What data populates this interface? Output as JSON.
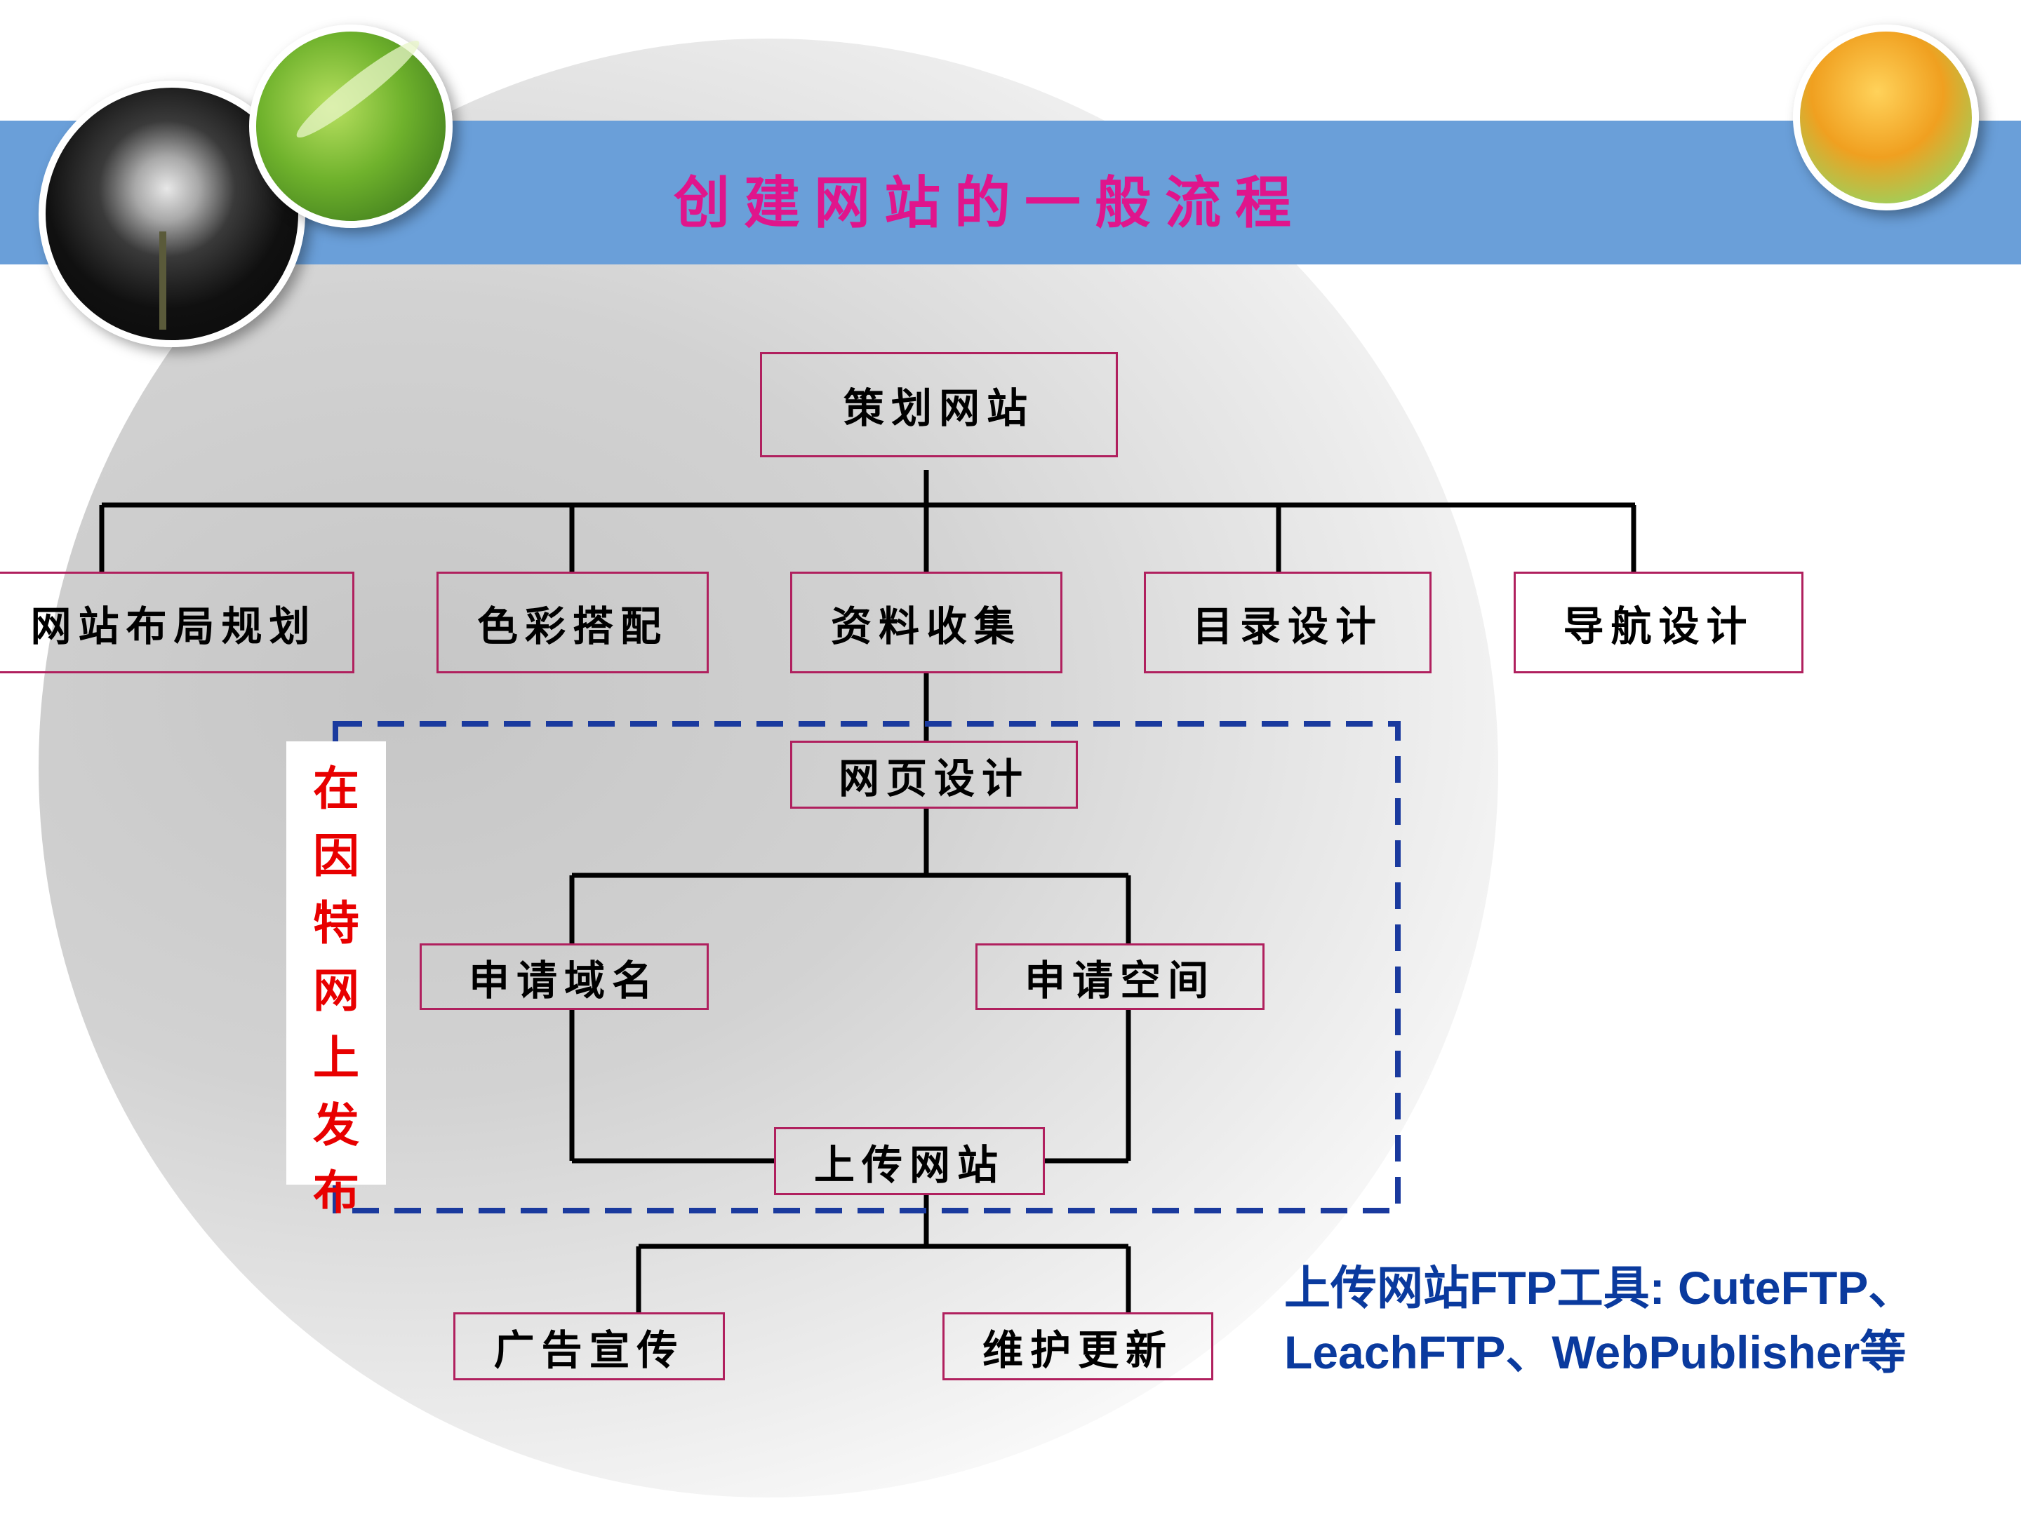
{
  "slide": {
    "title": "创建网站的一般流程",
    "note": "上传网站FTP工具: CuteFTP、\nLeachFTP、WebPublisher等",
    "side_label": [
      "在",
      "因",
      "特",
      "网",
      "上",
      "发",
      "布"
    ],
    "colors": {
      "title": "#e0158c",
      "band": "#6a9fd9",
      "box_border": "#b0205e",
      "side_label": "#e80000",
      "note": "#0a3a9e",
      "dashed": "#1a3a9e"
    }
  },
  "diagram": {
    "root": "策划网站",
    "level1": [
      "网站布局规划",
      "色彩搭配",
      "资料收集",
      "目录设计",
      "导航设计"
    ],
    "web_design": "网页设计",
    "apply_domain": "申请域名",
    "apply_space": "申请空间",
    "upload": "上传网站",
    "promote": "广告宣传",
    "maintain": "维护更新"
  },
  "images": [
    "dandelion-photo",
    "leaf-photo",
    "tulip-photo"
  ]
}
